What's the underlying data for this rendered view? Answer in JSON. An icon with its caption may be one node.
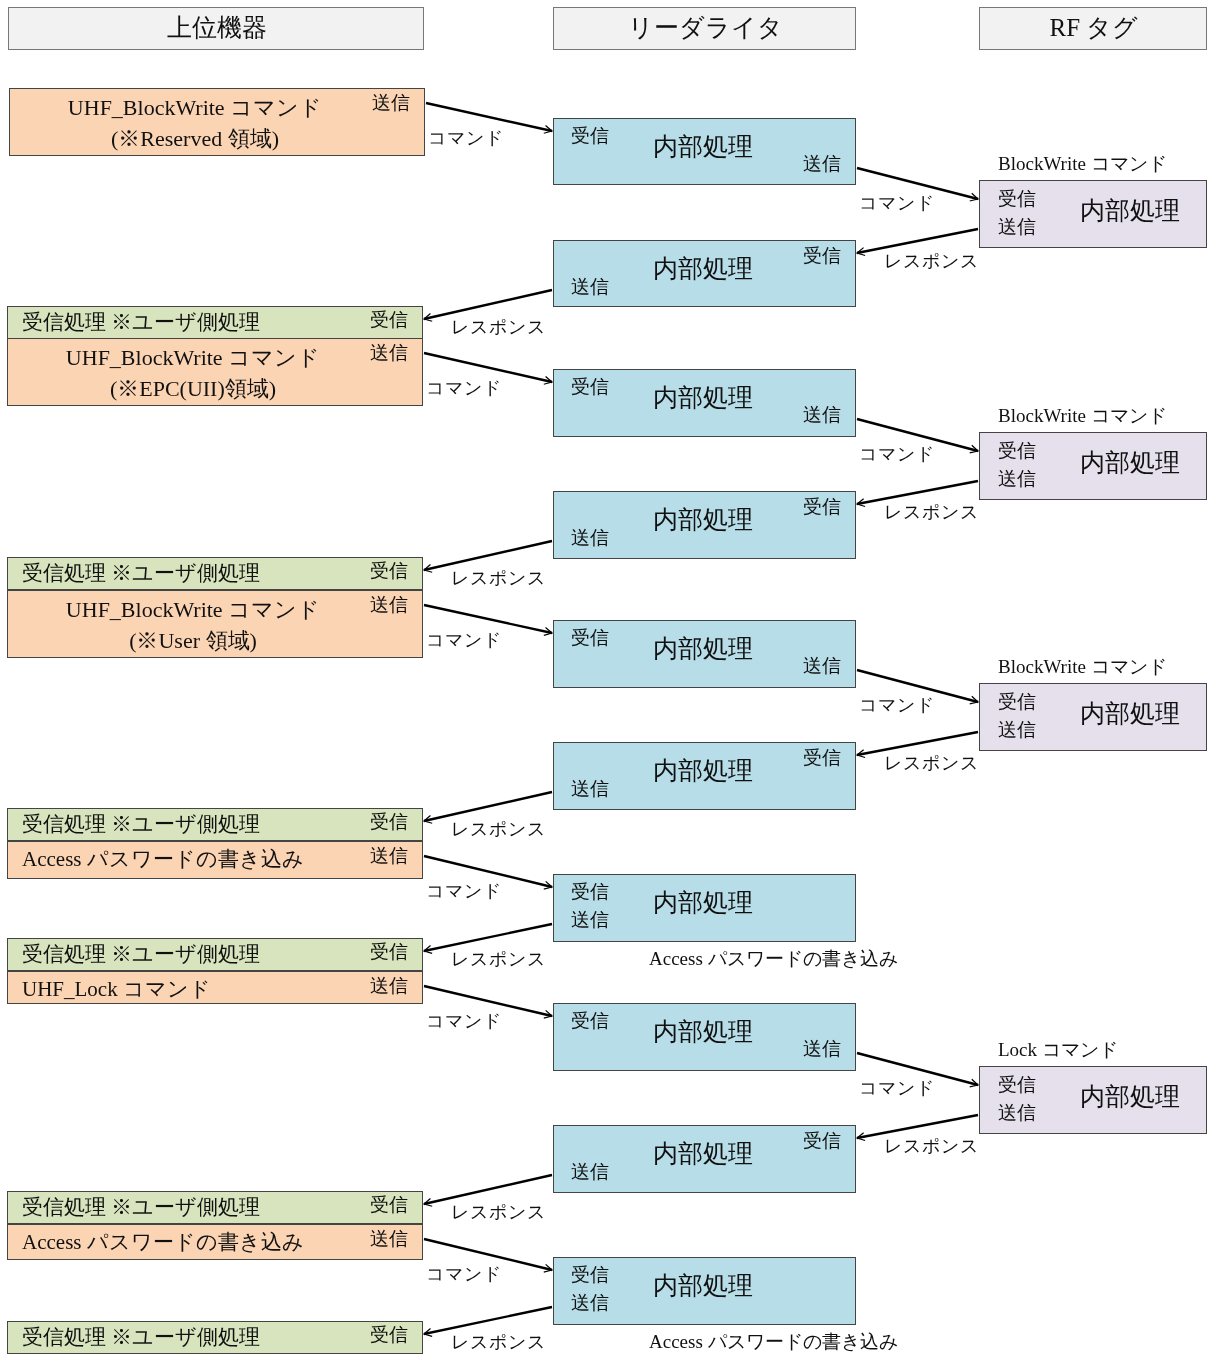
{
  "diagram": {
    "nodes": [
      {
        "text": [
          "上位機器"
        ]
      },
      {
        "text": [
          "リーダライタ"
        ]
      },
      {
        "text": [
          "RF タグ"
        ]
      },
      {
        "text": [
          "UHF_BlockWrite コマンド (※Reserved 領域)",
          "送信"
        ]
      },
      {
        "text": [
          "受信",
          "内部処理",
          "送信"
        ]
      },
      {
        "text": [
          "受信",
          "送信",
          "内部処理"
        ],
        "beside": [
          "BlockWrite コマンド"
        ]
      },
      {
        "text": [
          "受信",
          "内部処理",
          "送信"
        ]
      },
      {
        "text": [
          "受信処理 ※ユーザ側処理",
          "受信"
        ]
      },
      {
        "text": [
          "UHF_BlockWrite コマンド (※EPC(UII)領域)",
          "送信"
        ]
      },
      {
        "text": [
          "受信",
          "内部処理",
          "送信"
        ]
      },
      {
        "text": [
          "受信",
          "送信",
          "内部処理"
        ],
        "beside": [
          "BlockWrite コマンド"
        ]
      },
      {
        "text": [
          "受信",
          "内部処理",
          "送信"
        ]
      },
      {
        "text": [
          "受信処理 ※ユーザ側処理",
          "受信"
        ]
      },
      {
        "text": [
          "UHF_BlockWrite コマンド (※User 領域)",
          "送信"
        ]
      },
      {
        "text": [
          "受信",
          "内部処理",
          "送信"
        ]
      },
      {
        "text": [
          "受信",
          "送信",
          "内部処理"
        ],
        "beside": [
          "BlockWrite コマンド"
        ]
      },
      {
        "text": [
          "受信",
          "内部処理",
          "送信"
        ]
      },
      {
        "text": [
          "受信処理 ※ユーザ側処理",
          "受信"
        ]
      },
      {
        "text": [
          "Access パスワードの書き込み",
          "送信"
        ]
      },
      {
        "text": [
          "受信",
          "送信",
          "内部処理"
        ],
        "beside": [
          "Access パスワードの書き込み"
        ]
      },
      {
        "text": [
          "受信処理 ※ユーザ側処理",
          "受信"
        ]
      },
      {
        "text": [
          "UHF_Lock コマンド",
          "送信"
        ]
      },
      {
        "text": [
          "受信",
          "内部処理",
          "送信"
        ]
      },
      {
        "text": [
          "受信",
          "送信",
          "内部処理"
        ],
        "beside": [
          "Lock コマンド"
        ]
      },
      {
        "text": [
          "受信",
          "内部処理",
          "送信"
        ]
      },
      {
        "text": [
          "受信処理 ※ユーザ側処理",
          "受信"
        ]
      },
      {
        "text": [
          "Access パスワードの書き込み",
          "送信"
        ]
      },
      {
        "text": [
          "受信",
          "送信",
          "内部処理"
        ],
        "beside": [
          "Access パスワードの書き込み"
        ]
      },
      {
        "text": [
          "受信処理 ※ユーザ側処理",
          "受信"
        ]
      }
    ],
    "edges": [
      {
        "from": 3,
        "to": 4,
        "arrow": "to",
        "label": "コマンド"
      },
      {
        "from": 4,
        "to": 5,
        "arrow": "to",
        "label": "コマンド"
      },
      {
        "from": 5,
        "to": 6,
        "arrow": "to",
        "label": "レスポンス"
      },
      {
        "from": 6,
        "to": 7,
        "arrow": "to",
        "label": "レスポンス"
      },
      {
        "from": 8,
        "to": 9,
        "arrow": "to",
        "label": "コマンド"
      },
      {
        "from": 9,
        "to": 10,
        "arrow": "to",
        "label": "コマンド"
      },
      {
        "from": 10,
        "to": 11,
        "arrow": "to",
        "label": "レスポンス"
      },
      {
        "from": 11,
        "to": 12,
        "arrow": "to",
        "label": "レスポンス"
      },
      {
        "from": 13,
        "to": 14,
        "arrow": "to",
        "label": "コマンド"
      },
      {
        "from": 14,
        "to": 15,
        "arrow": "to",
        "label": "コマンド"
      },
      {
        "from": 15,
        "to": 16,
        "arrow": "to",
        "label": "レスポンス"
      },
      {
        "from": 16,
        "to": 17,
        "arrow": "to",
        "label": "レスポンス"
      },
      {
        "from": 18,
        "to": 19,
        "arrow": "to",
        "label": "コマンド"
      },
      {
        "from": 19,
        "to": 20,
        "arrow": "to",
        "label": "レスポンス"
      },
      {
        "from": 21,
        "to": 22,
        "arrow": "to",
        "label": "コマンド"
      },
      {
        "from": 22,
        "to": 23,
        "arrow": "to",
        "label": "コマンド"
      },
      {
        "from": 23,
        "to": 24,
        "arrow": "to",
        "label": "レスポンス"
      },
      {
        "from": 24,
        "to": 25,
        "arrow": "to",
        "label": "レスポンス"
      },
      {
        "from": 26,
        "to": 27,
        "arrow": "to",
        "label": "コマンド"
      },
      {
        "from": 27,
        "to": 28,
        "arrow": "to",
        "label": "レスポンス"
      }
    ]
  }
}
